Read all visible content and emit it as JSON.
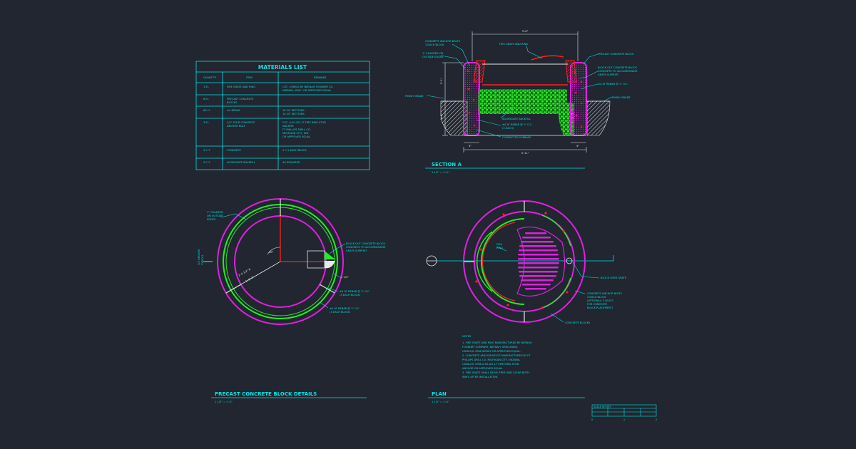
{
  "materials": {
    "title": "MATERIALS LIST",
    "headers": [
      "QUANTITY",
      "ITEM",
      "REMARKS"
    ],
    "rows": [
      {
        "qty": "1 EL",
        "item": [
          "FIRE GRATE AND RING"
        ],
        "remarks": [
          "CXT, 4768GS BY NEENAH FOUNDRY CO.",
          "NEENAH, WISC. OR APPROVED EQUAL"
        ]
      },
      {
        "qty": "6 EL",
        "item": [
          "PRECAST CONCRETE",
          "BLOCKS"
        ],
        "remarks": []
      },
      {
        "qty": "60 LI",
        "item": [
          "#4 REBAR"
        ],
        "remarks": [
          "10-10' SECTIONS",
          "10-10' SECTIONS"
        ]
      },
      {
        "qty": "3 EL",
        "item": [
          "1/2\" STUD CONCRETE",
          "ANCHOR BOLT"
        ],
        "remarks": [
          "CXT, A-50-GO-17 FIRE RING STUD",
          "ANCHOR",
          "FT PHILLIPS DRILL CO.",
          "MICHIGAN CITY, IND.",
          "OR APPROVED EQUAL"
        ]
      },
      {
        "qty": "3 C.Y.",
        "item": [
          "CONCRETE"
        ],
        "remarks": [
          "2 C.Y. EACH BLOCK"
        ]
      },
      {
        "qty": "3 C.Y.",
        "item": [
          "AGGREGATE BACKFILL"
        ],
        "remarks": [
          "AS REQUIRED"
        ]
      }
    ]
  },
  "section_a": {
    "title": "SECTION A",
    "scale": "1 1/2\" = 1'-0\"",
    "dim_top": "3'-6\"",
    "dim_bottom": "3'-11\"",
    "dim_left_a": "4\"",
    "dim_right_a": "4\"",
    "dim_vert_1": "2'-1\"",
    "dim_vert_2": "1'-0\"",
    "labels": {
      "anchor_bolts": [
        "CONCRETE ANCHOR BOLTS",
        "3 EACH BLOCK"
      ],
      "chamfer": [
        "1\" CHAMFER ON",
        "OUTSIDE EDGES"
      ],
      "fire_grate": "FIRE GRATE AND RING",
      "precast_block": "PRECAST CONCRETE BLOCK",
      "blockout": [
        "BLOCK OUT CONCRETE BLOCK",
        "CONCRETE TO ACCOMMODATE",
        "GRATE SUPPORT"
      ],
      "rebar": "#4 AT REBAR @ 1\" O.C.",
      "finish_grade_l": "FINISH GRADE",
      "finish_grade_r": "FINISH GRADE",
      "aggregate": "AGGREGATE BACKFILL",
      "rebar_2": [
        "#4 AT REBAR @ 1\" O.C.",
        "(3 EACH)"
      ],
      "compacted": "COMPACTED SUBBASE"
    }
  },
  "block_details": {
    "title": "PRECAST CONCRETE BLOCK DETAILS",
    "scale": "1 1/2\" = 1'-0\"",
    "chamfer": [
      "1\" CHAMFER",
      "ON OUTSIDE",
      "EDGES"
    ],
    "side_dim": [
      "1/2 GROOVE",
      "TYPICAL"
    ],
    "angle": "60°",
    "radius_1": "2'-5 1/2\" R",
    "radius_2": "1'-9\" R",
    "blockout": [
      "BLOCK OUT CONCRETE BLOCK",
      "CONCRETE TO ACCOMMODATE",
      "GRATE SUPPORT"
    ],
    "small_dim": "1 1/2\"",
    "rebar_a": [
      "#4 AT REBAR @ 1\" O.C.",
      "(3 EACH BLOCK)"
    ],
    "rebar_b": [
      "#4 AT REBAR @ 1\" O.C.",
      "(3 EACH BLOCK)"
    ]
  },
  "plan": {
    "title": "PLAN",
    "scale": "1 1/2\" = 1'-0\"",
    "fire_ring": [
      "FIRE",
      "RING"
    ],
    "grate": "BLOCK OVER GRATE",
    "anchor": [
      "CONCRETE ANCHOR BOLTS",
      "3 EACH BLOCK",
      "(OPTIONAL: 3 BOLTS",
      "FOR CONCRETE",
      "BLOCK PLACEMENT)"
    ],
    "blocks": "CONCRETE BLOCKS"
  },
  "notes": {
    "title": "NOTES",
    "items": [
      "1. FIRE GRATE AND RING MANUFACTURED BY NEENAH",
      "   FOUNDRY COMPANY, NEENAH, WISCONSIN,",
      "   CATALOG 4768 SERIES OR APPROVED EQUAL.",
      "2. CONCRETE ANCHOR BOLTS MANUFACTURED BY FT",
      "   PHILLIPS DRILL CO. MICHIGAN CITY, INDIANA.",
      "   CATALOG 4768 A-50-GO-17 FIRE RING STUD",
      "   ANCHOR OR APPROVED EQUAL.",
      "3. FIRE GRATE SHALL BE NO FREE AND CLEAR BOTH",
      "   WAYS AFTER INSTALLATION."
    ]
  },
  "scale_bar": {
    "title": "SCALE IN FEET",
    "ticks": [
      "0",
      "1",
      "2"
    ]
  },
  "colors": {
    "background": "#212630",
    "cyan": "#00e5e5",
    "magenta": "#e020e0",
    "green": "#22ee22",
    "red": "#ff2020",
    "white": "#e8e8e8"
  }
}
